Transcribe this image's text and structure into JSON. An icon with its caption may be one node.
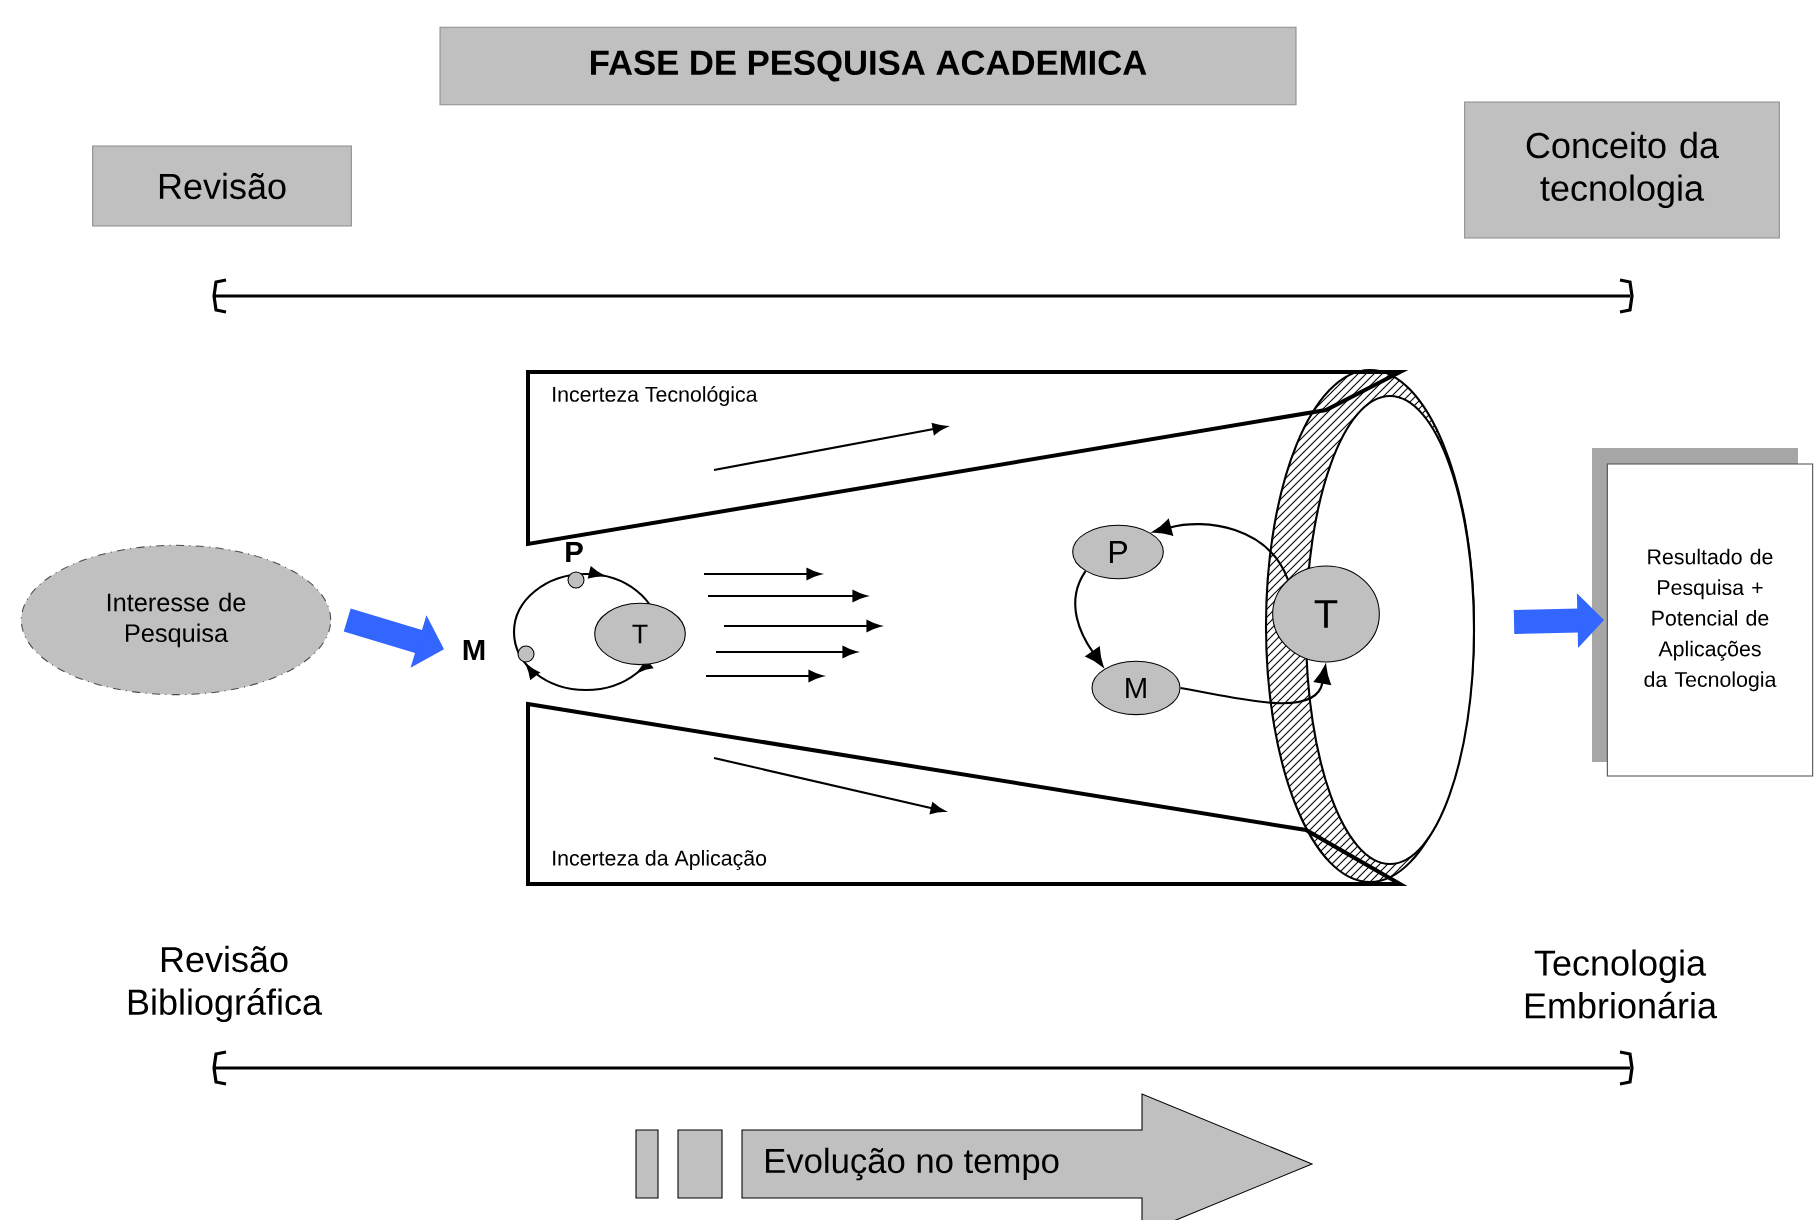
{
  "diagram": {
    "title": "FASE DE PESQUISA ACADEMICA",
    "nodes": [
      {
        "text": [
          "Revisão"
        ]
      },
      {
        "text": [
          "Conceito da tecnologia"
        ]
      },
      {
        "text": [
          "Interesse de Pesquisa"
        ]
      },
      {
        "text": [
          "Incerteza Tecnológica"
        ]
      },
      {
        "text": [
          "M"
        ]
      },
      {
        "text": [
          "T"
        ]
      },
      {
        "text": [
          "P"
        ]
      },
      {
        "text": [
          "T"
        ]
      },
      {
        "text": [
          "M"
        ]
      },
      {
        "text": [
          "Resultado de Pesquisa + Potencial de Aplicações da Tecnologia"
        ]
      },
      {
        "text": [
          "Incerteza da Aplicação"
        ]
      },
      {
        "text": [
          "Evolução no tempo"
        ]
      }
    ],
    "edges": [
      {
        "from": 2,
        "to": 4,
        "arrow": "to",
        "style": "thick",
        "color": "#3366ff"
      },
      {
        "from": 7,
        "to": 6,
        "arrow": "to"
      },
      {
        "from": 6,
        "to": 8,
        "arrow": "to"
      },
      {
        "from": 8,
        "to": 7,
        "arrow": "to"
      },
      {
        "from": null,
        "to": 9,
        "arrow": "to",
        "style": "thick",
        "color": "#3366ff"
      }
    ],
    "labels": [
      "P",
      "Revisão Bibliográfica",
      "Tecnologia Embrionária"
    ]
  }
}
